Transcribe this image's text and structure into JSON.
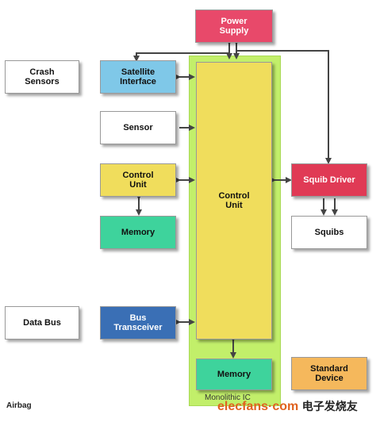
{
  "blocks": {
    "power_supply": "Power\nSupply",
    "crash_sensors": "Crash\nSensors",
    "satellite_interface": "Satellite\nInterface",
    "sensor": "Sensor",
    "control_unit_small": "Control\nUnit",
    "memory_left": "Memory",
    "data_bus": "Data Bus",
    "bus_transceiver": "Bus\nTransceiver",
    "control_unit_main": "Control\nUnit",
    "memory_ic": "Memory",
    "squib_driver": "Squib Driver",
    "squibs": "Squibs",
    "standard_device": "Standard\nDevice"
  },
  "labels": {
    "monolithic_ic": "Monolithic IC",
    "caption": "Airbag",
    "watermark_main": "elecfans",
    "watermark_dot": "·com",
    "watermark_cn": "电子发烧友"
  },
  "colors": {
    "power_supply": "#e8496a",
    "satellite_interface": "#7fc8e8",
    "control_unit": "#f0dd5c",
    "memory": "#3ed39c",
    "bus_transceiver": "#3a6fb5",
    "squib_driver": "#e03a55",
    "standard_device": "#f5b85c",
    "ic_background": "#c2ef6a",
    "neutral_box": "#ffffff"
  }
}
